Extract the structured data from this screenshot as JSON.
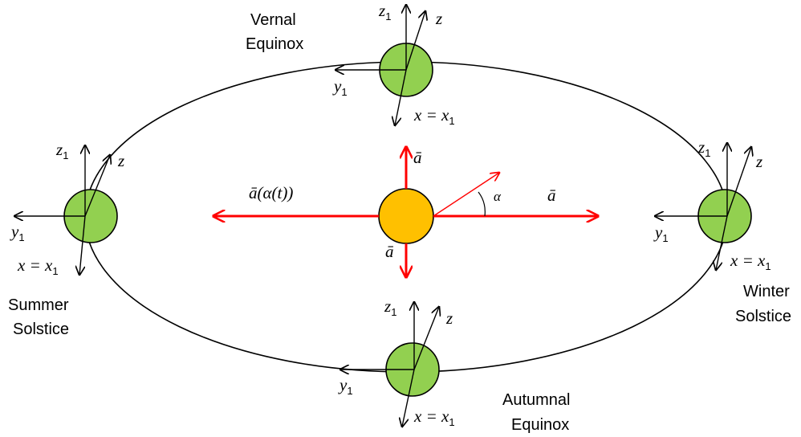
{
  "positions": {
    "vernal": "Vernal Equinox",
    "vernal_line1": "Vernal",
    "vernal_line2": "Equinox",
    "summer_line1": "Summer",
    "summer_line2": "Solstice",
    "winter_line1": "Winter",
    "winter_line2": "Solstice",
    "autumnal_line1": "Autumnal",
    "autumnal_line2": "Equinox"
  },
  "axes": {
    "z1": "z",
    "z1_sub": "1",
    "z": "z",
    "y1": "y",
    "y1_sub": "1",
    "x": "x = x",
    "x_sub": "1"
  },
  "sun_vectors": {
    "a_left": "ā(α(t))",
    "a_up": "ā",
    "a_down": "ā",
    "a_right": "ā",
    "alpha": "α"
  },
  "colors": {
    "sun": "#FFC000",
    "earth": "#92D050",
    "vector": "#FF0000",
    "orbit": "#000000"
  }
}
